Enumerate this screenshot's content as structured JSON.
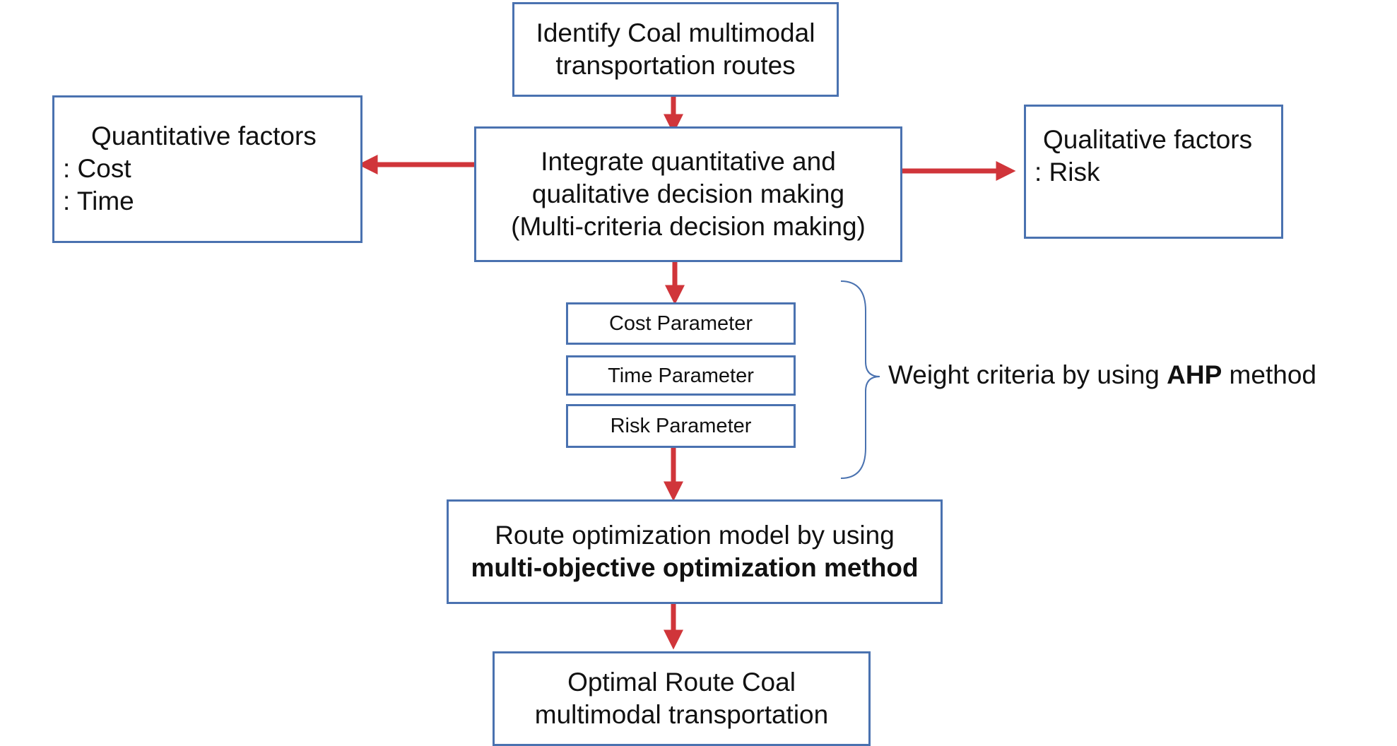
{
  "nodes": {
    "identify": {
      "line1": "Identify Coal multimodal",
      "line2": "transportation routes"
    },
    "integrate": {
      "line1": "Integrate quantitative and",
      "line2": "qualitative decision making",
      "line3": "(Multi-criteria decision making)"
    },
    "quantitative": {
      "title": "Quantitative factors",
      "item1": ": Cost",
      "item2": ": Time"
    },
    "qualitative": {
      "title": "Qualitative factors",
      "item1": ": Risk"
    },
    "params": {
      "cost": "Cost Parameter",
      "time": "Time Parameter",
      "risk": "Risk Parameter"
    },
    "weight": {
      "prefix": "Weight criteria by using ",
      "bold": "AHP",
      "suffix": " method"
    },
    "route": {
      "line1": "Route optimization model by using",
      "line2": "multi-objective optimization method"
    },
    "optimal": {
      "line1": "Optimal Route Coal",
      "line2": "multimodal transportation"
    }
  },
  "colors": {
    "box_border": "#4a72b0",
    "arrow": "#d0353a",
    "brace": "#4a72b0"
  }
}
